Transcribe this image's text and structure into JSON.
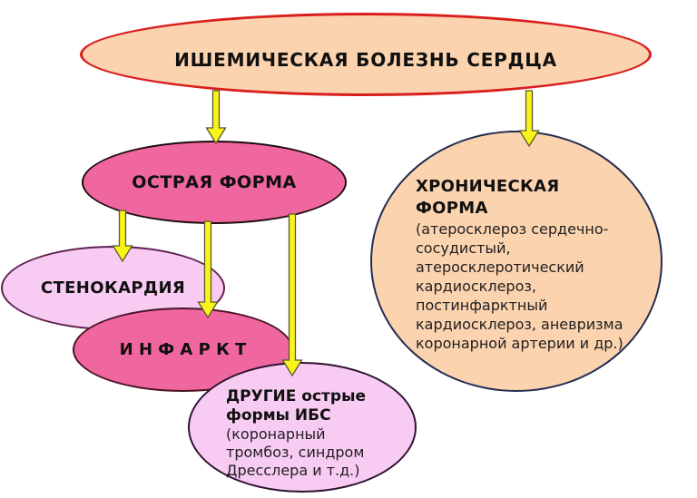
{
  "diagram": {
    "title": "ИШЕМИЧЕСКАЯ БОЛЕЗНЬ СЕРДЦА",
    "nodes": {
      "root": {
        "label": "ИШЕМИЧЕСКАЯ БОЛЕЗНЬ СЕРДЦА"
      },
      "acute": {
        "label": "ОСТРАЯ ФОРМА"
      },
      "chronic": {
        "bold_lines": [
          "ХРОНИЧЕСКАЯ",
          "ФОРМА"
        ],
        "detail_lines": [
          "(атеросклероз сердечно-",
          "сосудистый,",
          "атеросклеротический",
          "кардиосклероз,",
          "постинфарктный",
          "кардиосклероз, аневризма",
          "коронарной артерии и др.)"
        ]
      },
      "angina": {
        "label": "СТЕНОКАРДИЯ"
      },
      "infarct": {
        "label": "И Н Ф А Р К Т"
      },
      "other": {
        "bold_lines": [
          "ДРУГИЕ острые",
          "формы ИБС"
        ],
        "detail_lines": [
          "(коронарный",
          "тромбоз, синдром",
          "Дресслера и т.д.)"
        ]
      }
    },
    "colors": {
      "background": "#ffffff",
      "peach_fill": "#fbd3af",
      "root_border_red": "#d91e1e",
      "strong_pink_fill": "#f0669e",
      "light_pink_fill": "#f8cbf3",
      "chronic_border_navy": "#232c52",
      "arrow_fill": "#faf419",
      "arrow_stroke": "#595930",
      "text_color": "#101010"
    }
  }
}
